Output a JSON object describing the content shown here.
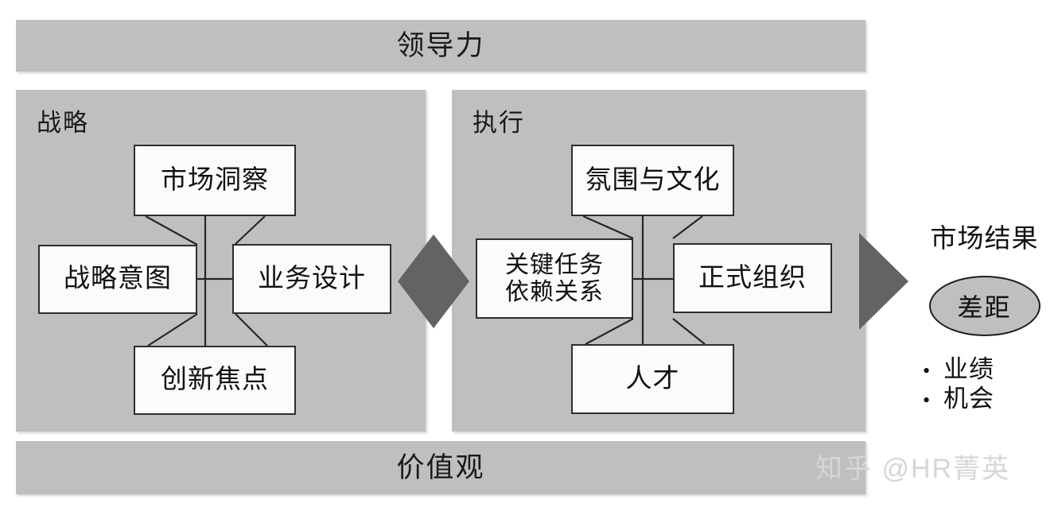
{
  "diagram": {
    "title_top": "领导力",
    "title_bottom": "价值观",
    "panels": [
      {
        "id": "strategy",
        "title": "战略",
        "nodes": [
          {
            "id": "market-insight",
            "label": "市场洞察",
            "position": "top"
          },
          {
            "id": "strategic-intent",
            "label": "战略意图",
            "position": "left"
          },
          {
            "id": "business-design",
            "label": "业务设计",
            "position": "right"
          },
          {
            "id": "innovation-focus",
            "label": "创新焦点",
            "position": "bottom"
          }
        ]
      },
      {
        "id": "execution",
        "title": "执行",
        "nodes": [
          {
            "id": "climate-culture",
            "label": "氛围与文化",
            "position": "top"
          },
          {
            "id": "key-tasks",
            "label": "关键任务\n依赖关系",
            "line1": "关键任务",
            "line2": "依赖关系",
            "position": "left"
          },
          {
            "id": "formal-org",
            "label": "正式组织",
            "position": "right"
          },
          {
            "id": "talent",
            "label": "人才",
            "position": "bottom"
          }
        ]
      }
    ],
    "connectors": {
      "middle_shape": "diamond",
      "output_shape": "right-arrow"
    }
  },
  "outcome": {
    "title": "市场结果",
    "gap_label": "差距",
    "bullet_marker": "•",
    "bullets": [
      {
        "label": "业绩"
      },
      {
        "label": "机会"
      }
    ]
  },
  "watermark": {
    "text": "知乎 @HR菁英"
  },
  "colors": {
    "band_gray": "#bfbfbf",
    "panel_gray": "#bfbfbf",
    "accent_dark_gray": "#636363",
    "node_fill": "#fbfbfb",
    "node_border": "#2e2e2e",
    "text": "#111111",
    "watermark": "#d6d6d6"
  }
}
